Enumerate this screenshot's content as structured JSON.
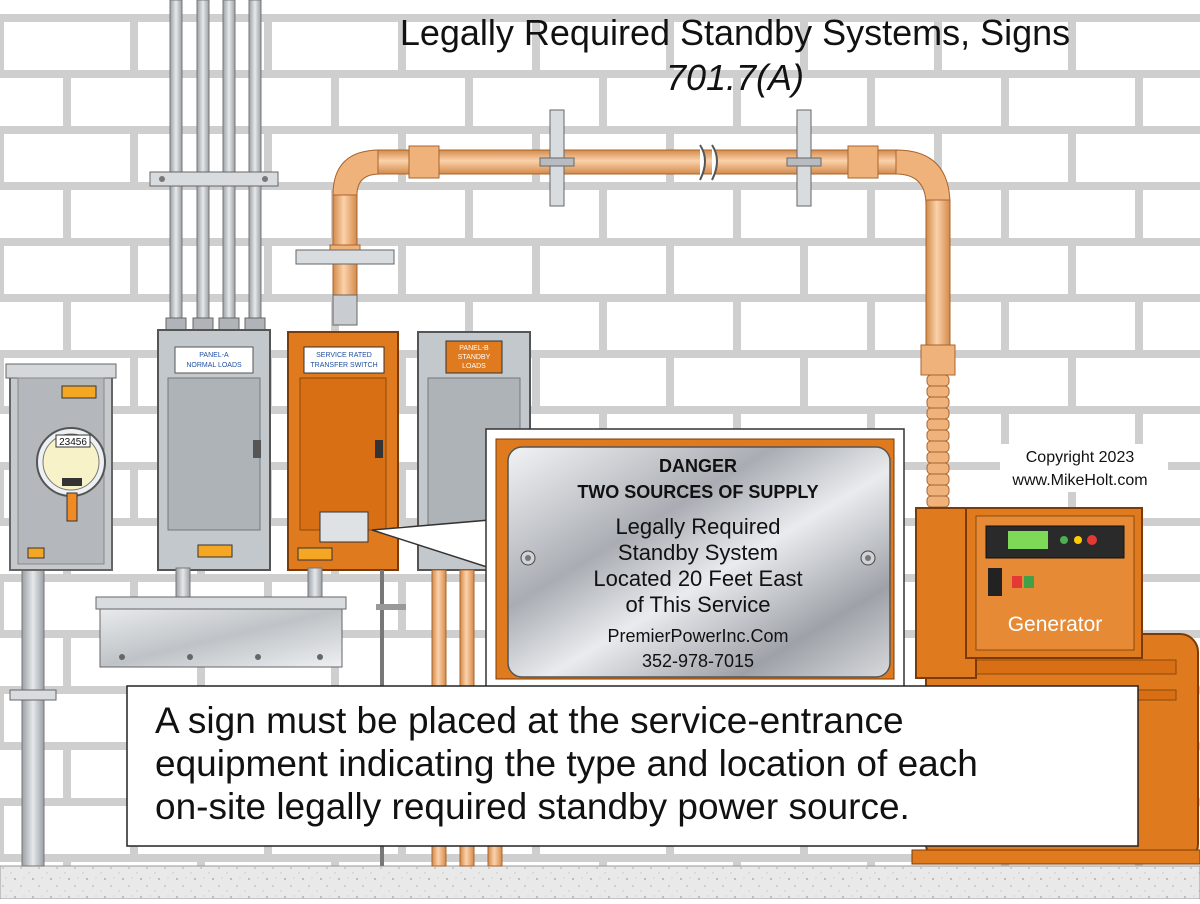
{
  "title": {
    "line1": "Legally Required Standby Systems, Signs",
    "line2": "701.7(A)"
  },
  "copyright": {
    "line1": "Copyright 2023",
    "line2": "www.MikeHolt.com"
  },
  "meter": {
    "reading": "23456"
  },
  "panels": {
    "panel_a": [
      "PANEL-A",
      "NORMAL LOADS"
    ],
    "transfer_switch": [
      "SERVICE RATED",
      "TRANSFER SWITCH"
    ],
    "panel_b": [
      "PANEL-B",
      "STANDBY",
      "LOADS"
    ]
  },
  "sign": {
    "heading1": "DANGER",
    "heading2": "TWO SOURCES OF SUPPLY",
    "body": [
      "Legally Required",
      "Standby System",
      "Located 20 Feet East",
      "of This Service"
    ],
    "company": "PremierPowerInc.Com",
    "phone": "352-978-7015"
  },
  "generator": {
    "label": "Generator"
  },
  "caption": {
    "lines": [
      "A sign must be placed at the service-entrance",
      "equipment indicating the type and location of each",
      "on-site legally required standby power source."
    ]
  },
  "colors": {
    "orange": "#E07A1F",
    "copper": "#F2B27A",
    "brick_line": "#cfcfcf",
    "steel": "#c9cdd2"
  }
}
